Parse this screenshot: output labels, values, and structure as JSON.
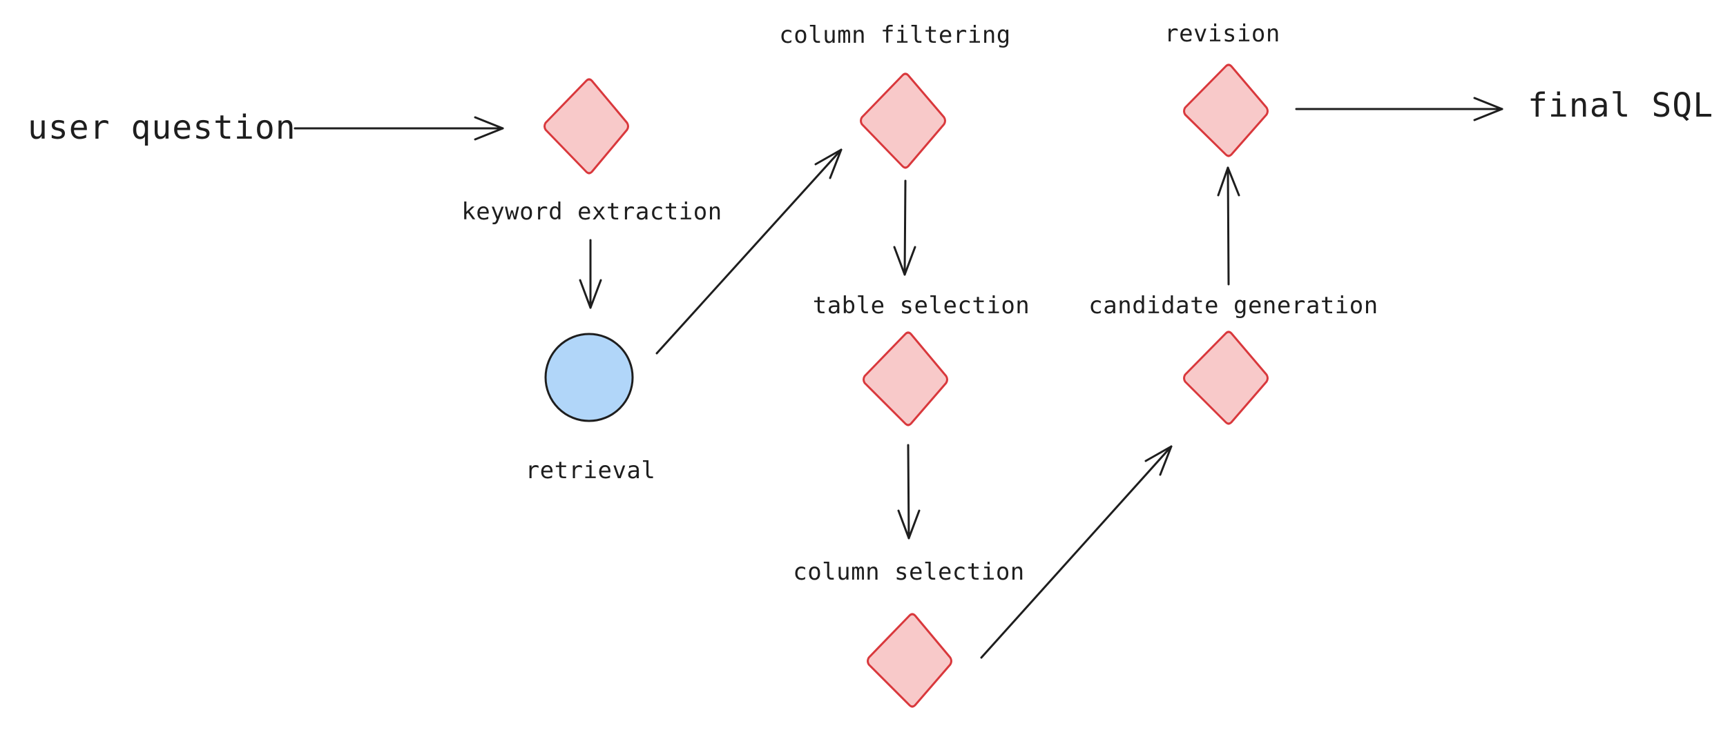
{
  "diagram": {
    "input_label": "user question",
    "output_label": "final SQL",
    "nodes": {
      "keyword_extraction": {
        "label": "keyword extraction",
        "shape": "diamond"
      },
      "retrieval": {
        "label": "retrieval",
        "shape": "circle"
      },
      "column_filtering": {
        "label": "column filtering",
        "shape": "diamond"
      },
      "table_selection": {
        "label": "table selection",
        "shape": "diamond"
      },
      "column_selection": {
        "label": "column selection",
        "shape": "diamond"
      },
      "candidate_generation": {
        "label": "candidate generation",
        "shape": "diamond"
      },
      "revision": {
        "label": "revision",
        "shape": "diamond"
      }
    },
    "edges": [
      [
        "user question",
        "keyword extraction"
      ],
      [
        "keyword extraction",
        "retrieval"
      ],
      [
        "retrieval",
        "column filtering"
      ],
      [
        "column filtering",
        "table selection"
      ],
      [
        "table selection",
        "column selection"
      ],
      [
        "column selection",
        "candidate generation"
      ],
      [
        "candidate generation",
        "revision"
      ],
      [
        "revision",
        "final SQL"
      ]
    ],
    "colors": {
      "diamond_fill": "#f8c9c9",
      "diamond_stroke": "#d9383c",
      "circle_fill": "#b1d6f9",
      "stroke": "#1e1e1e"
    }
  }
}
